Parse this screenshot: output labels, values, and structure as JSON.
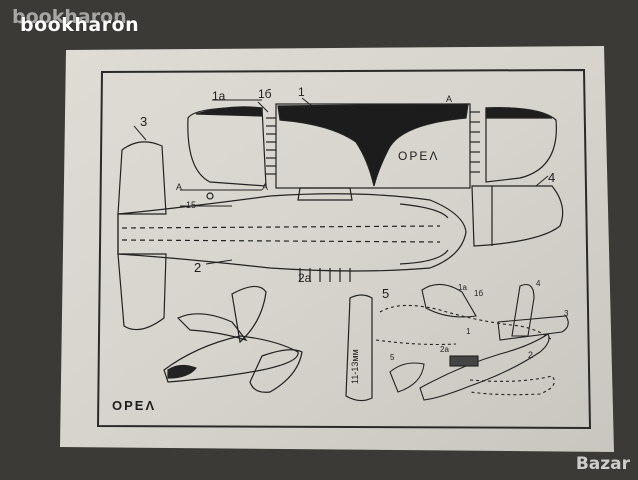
{
  "watermark": {
    "text": "bookharon",
    "text_ghost": "bookharon"
  },
  "corner_logo": {
    "text": "Bazar"
  },
  "sheet": {
    "labels": {
      "l1a": "1a",
      "l1b": "1б",
      "l1": "1",
      "lA1": "A",
      "lA2": "A",
      "lA3": "A",
      "l3": "3",
      "l4": "4",
      "l15": "15",
      "l2": "2",
      "l2a": "2a",
      "l5": "5",
      "l5b": "11-13мм",
      "wing_text": "OPEΛ",
      "title": "OPEΛ",
      "asm_1a": "1a",
      "asm_1b": "1б",
      "asm_1": "1",
      "asm_2a": "2a",
      "asm_2": "2",
      "asm_3": "3",
      "asm_4": "4",
      "asm_5": "5"
    }
  }
}
